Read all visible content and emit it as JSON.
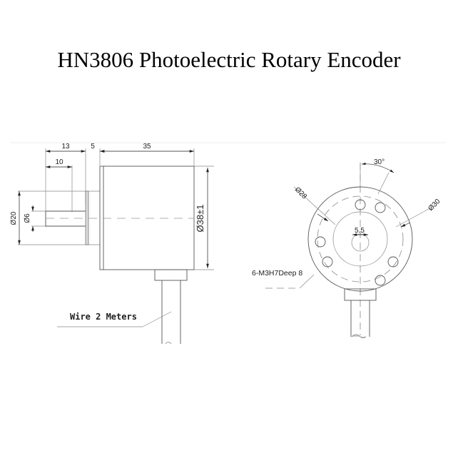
{
  "title": "HN3806 Photoelectric Rotary Encoder",
  "side_view": {
    "dimensions": {
      "shaft_length": "13",
      "flat_length": "10",
      "flange_thickness": "5",
      "body_length": "35",
      "boss_diameter": "Ø20",
      "shaft_diameter": "Ø6",
      "body_diameter": "Ø38±1"
    },
    "wire_label": "Wire 2 Meters"
  },
  "front_view": {
    "dimensions": {
      "angle": "30°",
      "hole_circle_inner": "Ø28",
      "hole_circle_outer": "Ø30",
      "shaft_flat": "5.5"
    },
    "mounting_holes_label": "6-M3H7Deep 8"
  },
  "colors": {
    "line": "#555555",
    "text": "#222222",
    "background": "#ffffff"
  }
}
